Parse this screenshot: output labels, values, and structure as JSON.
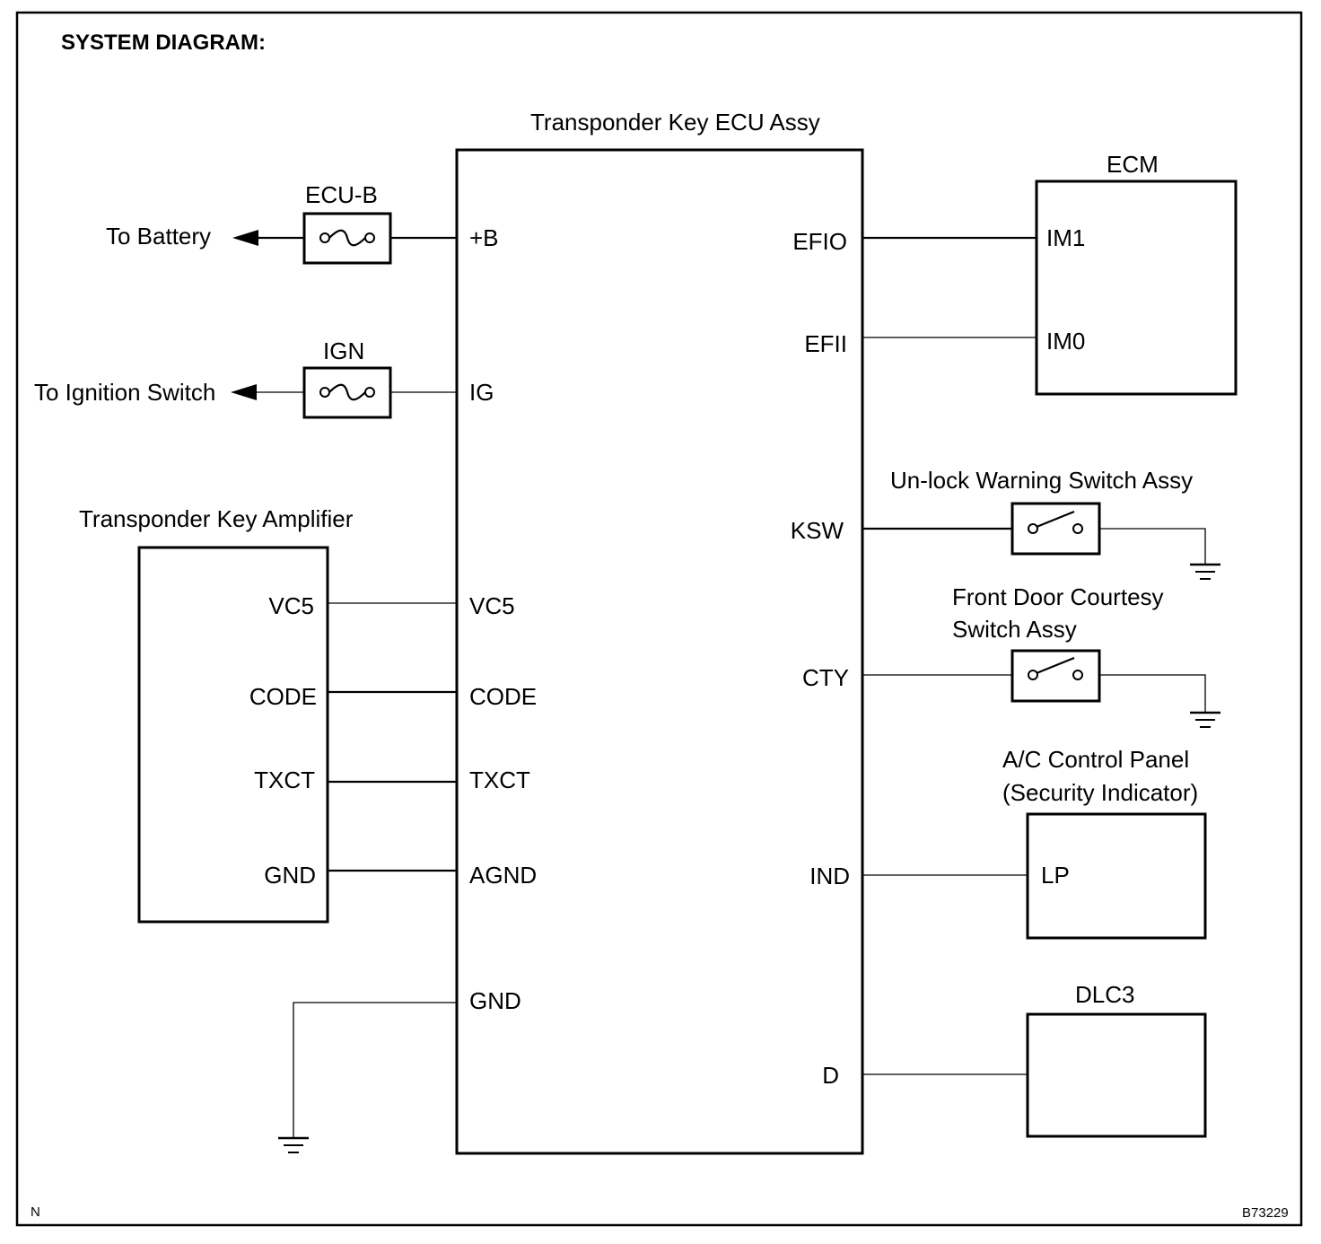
{
  "diagram": {
    "header": "SYSTEM DIAGRAM:",
    "footer_left": "N",
    "footer_right": "B73229"
  },
  "ecu": {
    "title": "Transponder Key ECU Assy",
    "left_pins": [
      "+B",
      "IG",
      "VC5",
      "CODE",
      "TXCT",
      "AGND",
      "GND"
    ],
    "right_pins": [
      "EFIO",
      "EFII",
      "KSW",
      "CTY",
      "IND",
      "D"
    ]
  },
  "fuses": [
    {
      "name": "ECU-B",
      "destination": "To Battery"
    },
    {
      "name": "IGN",
      "destination": "To Ignition Switch"
    }
  ],
  "amplifier": {
    "title": "Transponder Key Amplifier",
    "pins": [
      "VC5",
      "CODE",
      "TXCT",
      "GND"
    ]
  },
  "ecm": {
    "title": "ECM",
    "pins": [
      "IM1",
      "IM0"
    ]
  },
  "unlock_switch": {
    "title": "Un-lock Warning Switch Assy"
  },
  "courtesy_switch": {
    "title_line1": "Front Door Courtesy",
    "title_line2": "Switch Assy"
  },
  "ac_panel": {
    "title_line1": "A/C Control Panel",
    "title_line2": "(Security Indicator)",
    "pin": "LP"
  },
  "dlc3": {
    "title": "DLC3"
  }
}
